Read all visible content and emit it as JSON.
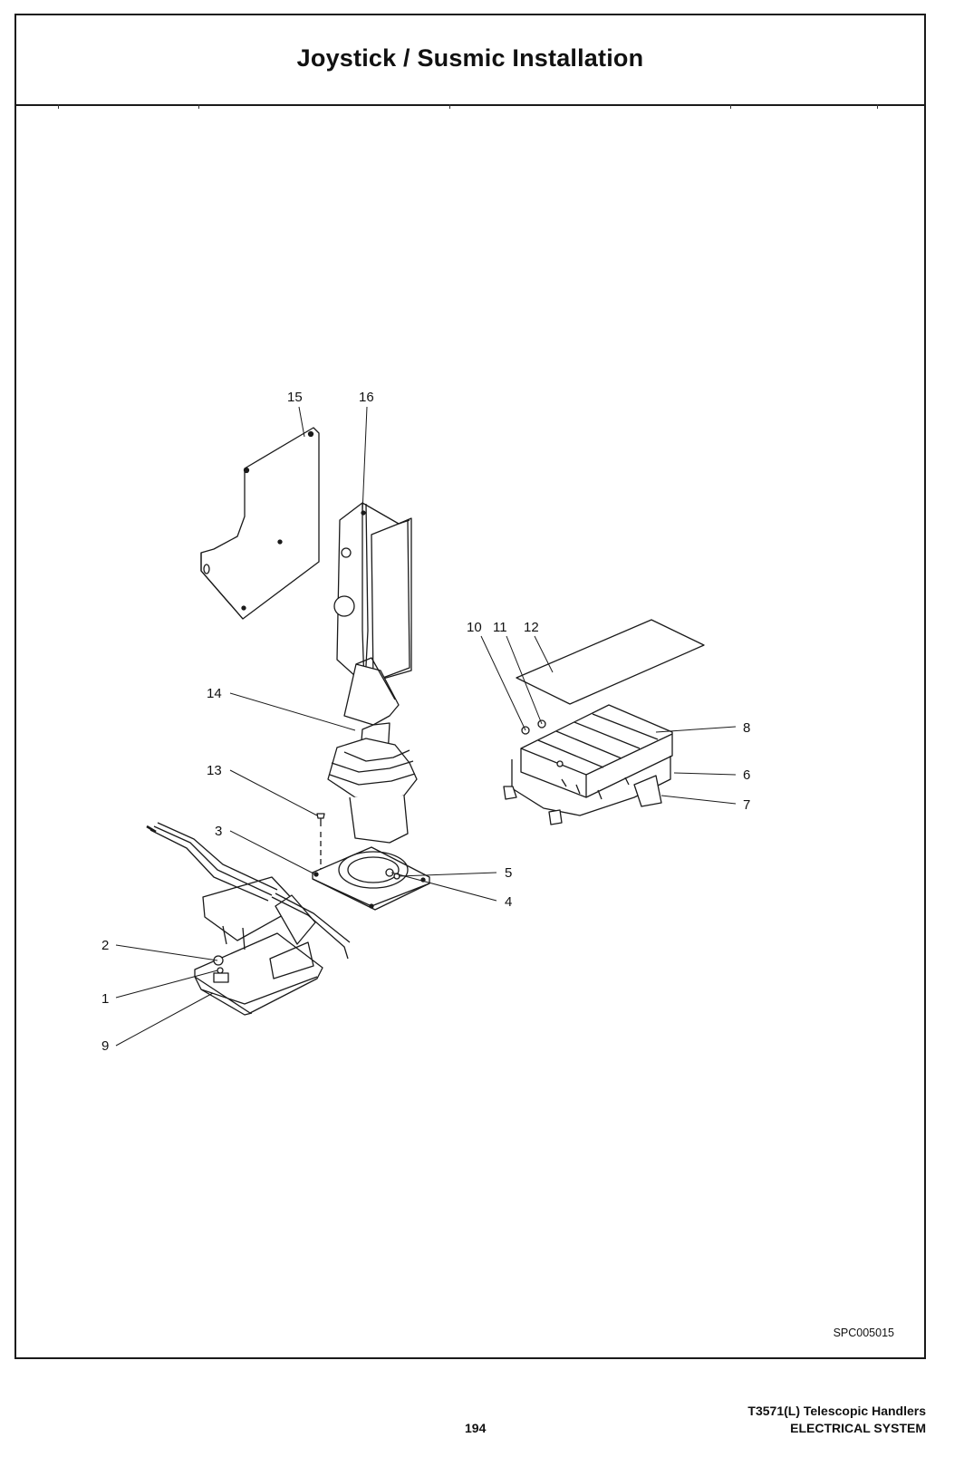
{
  "page": {
    "title": "Joystick / Susmic Installation",
    "figure_id": "SPC005015",
    "page_number": "194",
    "footer_model": "T3571(L) Telescopic Handlers",
    "footer_section": "ELECTRICAL SYSTEM"
  },
  "callouts": [
    "1",
    "2",
    "3",
    "4",
    "5",
    "6",
    "7",
    "8",
    "9",
    "10",
    "11",
    "12",
    "13",
    "14",
    "15",
    "16"
  ]
}
